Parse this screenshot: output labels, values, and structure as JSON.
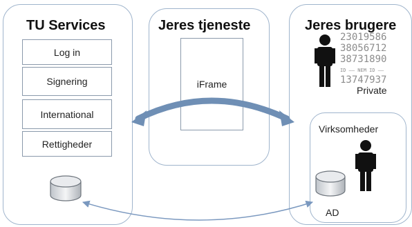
{
  "panels": {
    "tu_services": {
      "title": "TU Services",
      "menu": [
        "Log in",
        "Signering",
        "International",
        "Rettigheder"
      ]
    },
    "jeres_tjeneste": {
      "title": "Jeres tjeneste",
      "iframe_label": "iFrame"
    },
    "jeres_brugere": {
      "title": "Jeres brugere",
      "private_label": "Private",
      "virksomheder": {
        "title": "Virksomheder",
        "ad_label": "AD"
      }
    }
  },
  "colors": {
    "panel_border": "#9fb4cc",
    "arrow": "#6f8fb5",
    "person": "#111111"
  },
  "icons": [
    "person-icon",
    "database-icon",
    "id-card-icon",
    "double-arrow-icon"
  ]
}
